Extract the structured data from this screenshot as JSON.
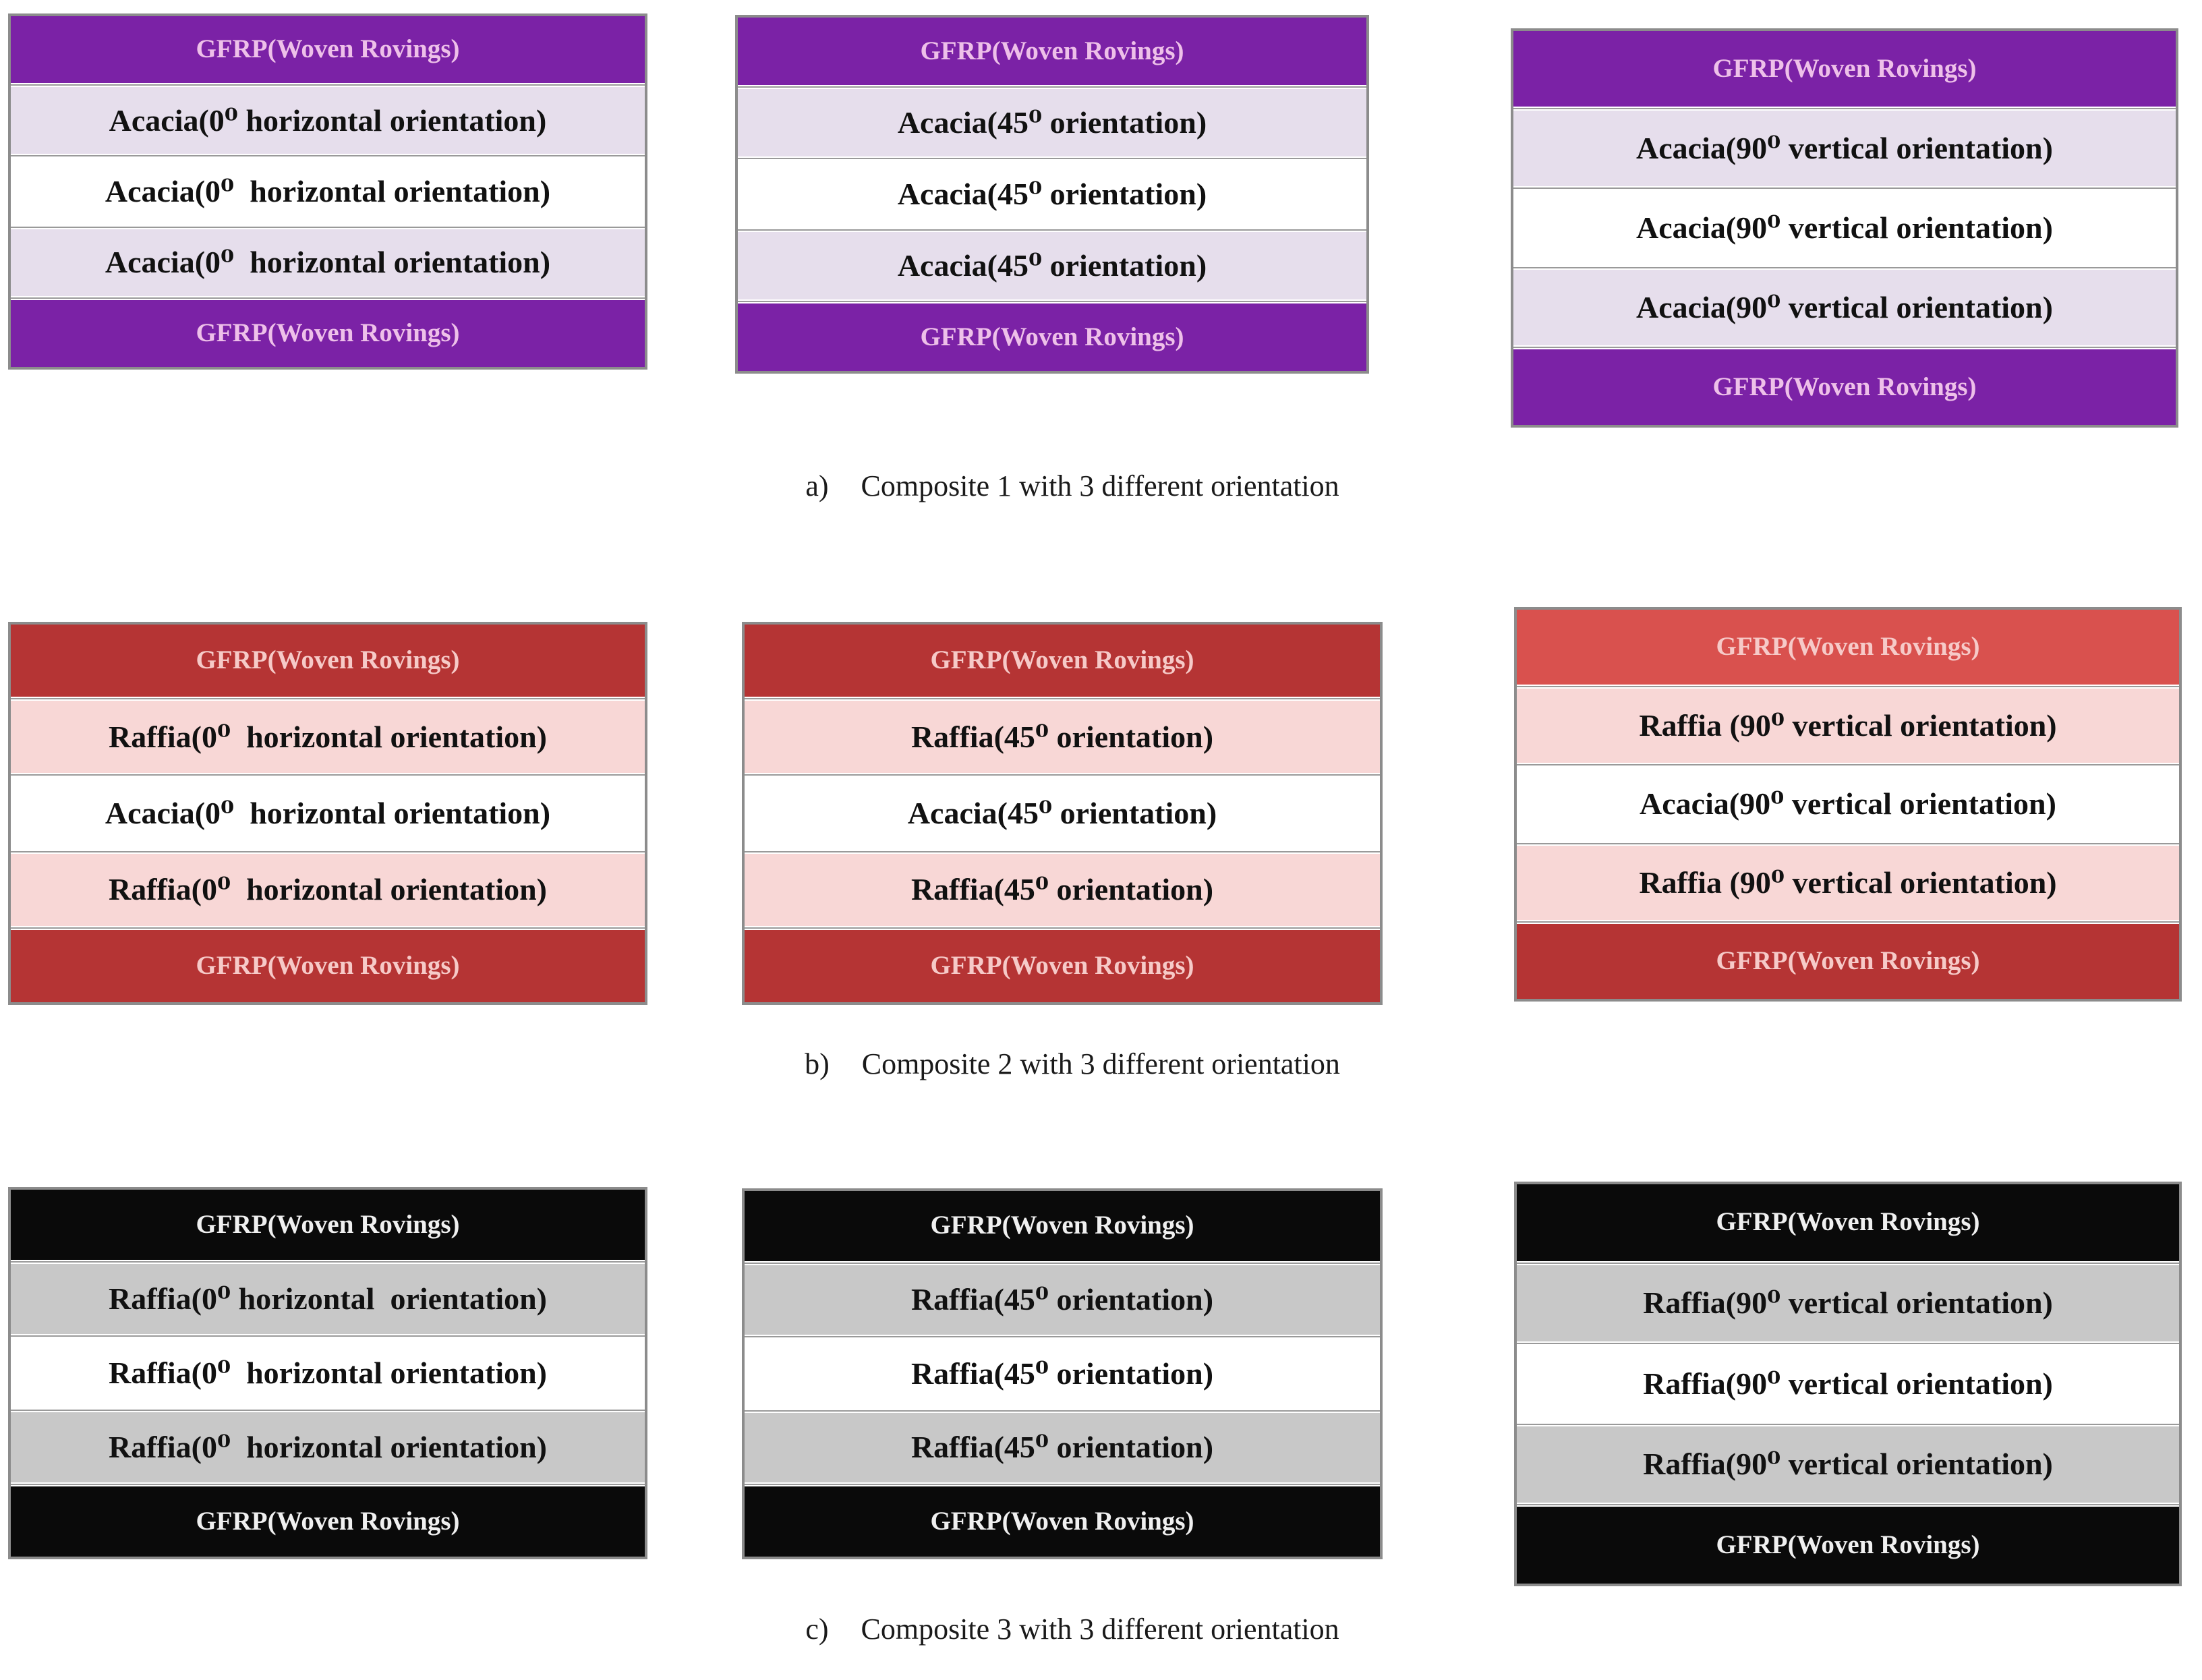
{
  "palette": {
    "purple_dark": "#7b22a6",
    "purple_tint": "#e6deec",
    "purple_gfrp_text": "#eec0e9",
    "red_dark": "#b53434",
    "red_light": "#d9514e",
    "red_tint": "#f8d7d6",
    "red_gfrp_text": "#f6cac8",
    "black_dark": "#0a0a0a",
    "black_tint": "#c8c8c8",
    "black_gfrp_text": "#f0f0f0",
    "layer_text": "#111111",
    "caption_text": "#1a1a1a",
    "border_gray": "#8c8c8c",
    "separator_gray": "#9a9a9a"
  },
  "composites": [
    {
      "caption": {
        "prefix": "a)",
        "text": "Composite 1 with 3 different orientation"
      },
      "stacks": [
        {
          "layers": [
            {
              "text": "GFRP(Woven Rovings)"
            },
            {
              "text": "Acacia(0⁰ horizontal orientation)"
            },
            {
              "text": "Acacia(0⁰  horizontal orientation)"
            },
            {
              "text": "Acacia(0⁰  horizontal orientation)"
            },
            {
              "text": "GFRP(Woven Rovings)"
            }
          ]
        },
        {
          "layers": [
            {
              "text": "GFRP(Woven Rovings)"
            },
            {
              "text": "Acacia(45⁰ orientation)"
            },
            {
              "text": "Acacia(45⁰ orientation)"
            },
            {
              "text": "Acacia(45⁰ orientation)"
            },
            {
              "text": "GFRP(Woven Rovings)"
            }
          ]
        },
        {
          "layers": [
            {
              "text": "GFRP(Woven Rovings)"
            },
            {
              "text": "Acacia(90⁰ vertical orientation)"
            },
            {
              "text": "Acacia(90⁰ vertical orientation)"
            },
            {
              "text": "Acacia(90⁰ vertical orientation)"
            },
            {
              "text": "GFRP(Woven Rovings)"
            }
          ]
        }
      ]
    },
    {
      "caption": {
        "prefix": "b)",
        "text": "Composite 2 with 3 different orientation"
      },
      "stacks": [
        {
          "layers": [
            {
              "text": "GFRP(Woven Rovings)"
            },
            {
              "text": "Raffia(0⁰  horizontal orientation)"
            },
            {
              "text": "Acacia(0⁰  horizontal orientation)"
            },
            {
              "text": "Raffia(0⁰  horizontal orientation)"
            },
            {
              "text": "GFRP(Woven Rovings)"
            }
          ]
        },
        {
          "layers": [
            {
              "text": "GFRP(Woven Rovings)"
            },
            {
              "text": "Raffia(45⁰ orientation)"
            },
            {
              "text": "Acacia(45⁰ orientation)"
            },
            {
              "text": "Raffia(45⁰ orientation)"
            },
            {
              "text": "GFRP(Woven Rovings)"
            }
          ]
        },
        {
          "layers": [
            {
              "text": "GFRP(Woven Rovings)"
            },
            {
              "text": "Raffia (90⁰ vertical orientation)"
            },
            {
              "text": "Acacia(90⁰ vertical orientation)"
            },
            {
              "text": "Raffia (90⁰ vertical orientation)"
            },
            {
              "text": "GFRP(Woven Rovings)"
            }
          ]
        }
      ]
    },
    {
      "caption": {
        "prefix": "c)",
        "text": "Composite 3 with 3 different orientation"
      },
      "stacks": [
        {
          "layers": [
            {
              "text": "GFRP(Woven Rovings)"
            },
            {
              "text": "Raffia(0⁰ horizontal  orientation)"
            },
            {
              "text": "Raffia(0⁰  horizontal orientation)"
            },
            {
              "text": "Raffia(0⁰  horizontal orientation)"
            },
            {
              "text": "GFRP(Woven Rovings)"
            }
          ]
        },
        {
          "layers": [
            {
              "text": "GFRP(Woven Rovings)"
            },
            {
              "text": "Raffia(45⁰ orientation)"
            },
            {
              "text": "Raffia(45⁰ orientation)"
            },
            {
              "text": "Raffia(45⁰ orientation)"
            },
            {
              "text": "GFRP(Woven Rovings)"
            }
          ]
        },
        {
          "layers": [
            {
              "text": "GFRP(Woven Rovings)"
            },
            {
              "text": "Raffia(90⁰ vertical orientation)"
            },
            {
              "text": "Raffia(90⁰ vertical orientation)"
            },
            {
              "text": "Raffia(90⁰ vertical orientation)"
            },
            {
              "text": "GFRP(Woven Rovings)"
            }
          ]
        }
      ]
    }
  ]
}
